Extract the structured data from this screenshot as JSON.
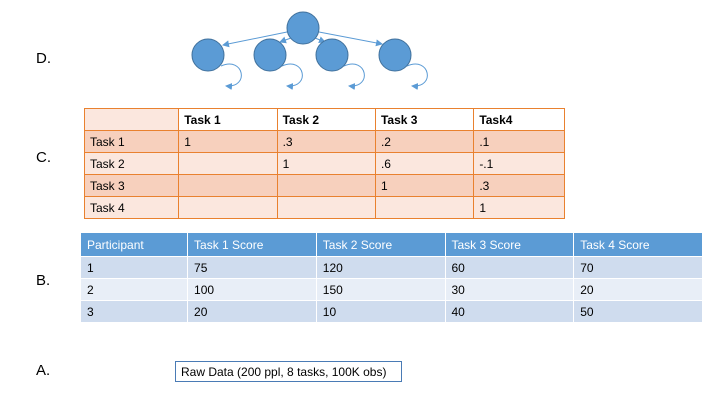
{
  "labels": {
    "d": "D.",
    "c": "C.",
    "b": "B.",
    "a": "A."
  },
  "colors": {
    "node_fill": "#5b9bd5",
    "node_stroke": "#41719c",
    "table_c_border": "#e9812f",
    "table_b_header": "#5b9bd5"
  },
  "corr_table": {
    "header": [
      "",
      "Task 1",
      "Task 2",
      "Task 3",
      "Task4"
    ],
    "rows": [
      [
        "Task 1",
        "1",
        ".3",
        ".2",
        ".1"
      ],
      [
        "Task 2",
        "",
        "1",
        ".6",
        "-.1"
      ],
      [
        "Task 3",
        "",
        "",
        "1",
        ".3"
      ],
      [
        "Task 4",
        "",
        "",
        "",
        "1"
      ]
    ]
  },
  "score_table": {
    "header": [
      "Participant",
      "Task 1 Score",
      "Task 2 Score",
      "Task 3 Score",
      "Task 4 Score"
    ],
    "rows": [
      [
        "1",
        "75",
        "120",
        "60",
        "70"
      ],
      [
        "2",
        "100",
        "150",
        "30",
        "20"
      ],
      [
        "3",
        "20",
        "10",
        "40",
        "50"
      ]
    ]
  },
  "raw_data": "Raw Data  (200 ppl, 8 tasks, 100K obs)"
}
